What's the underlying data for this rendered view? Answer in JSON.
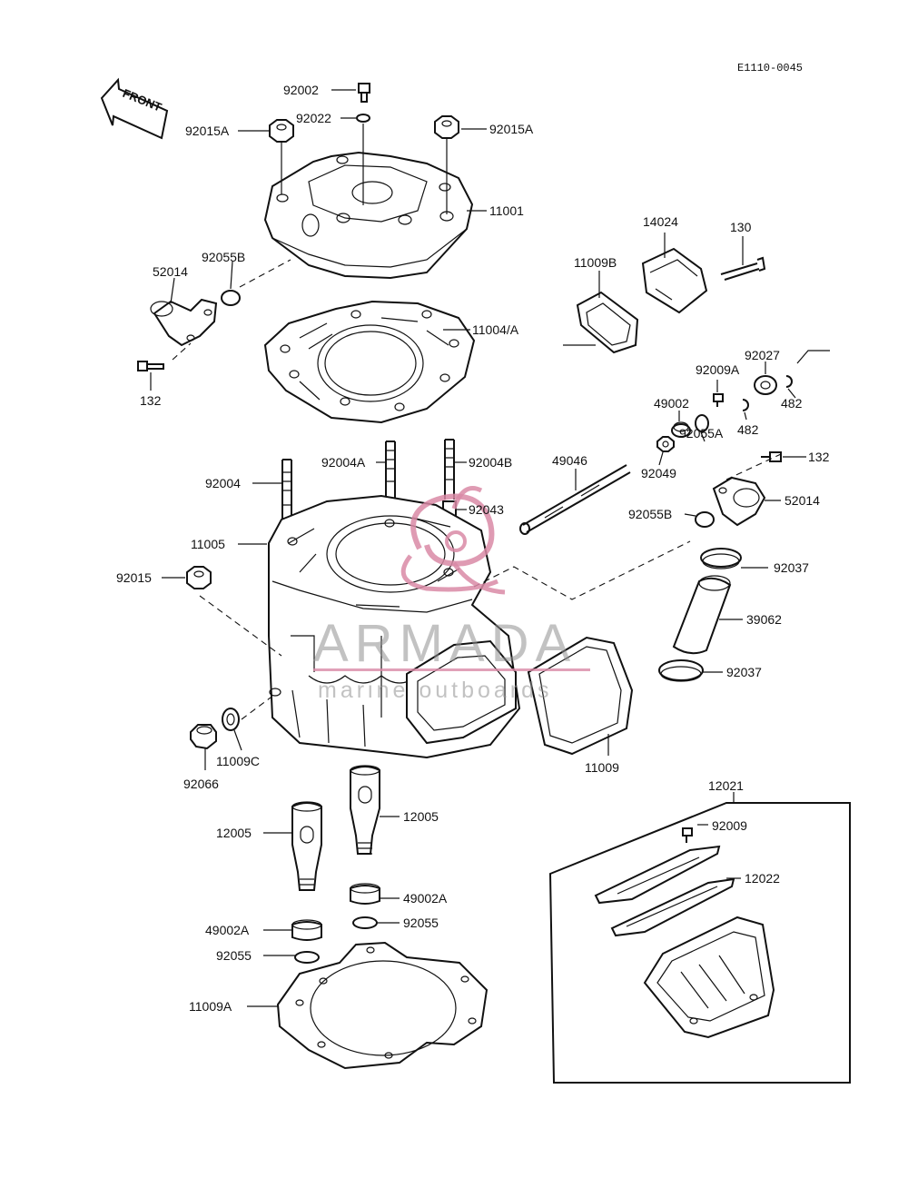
{
  "diagram_code": "E1110-0045",
  "front_label": "FRONT",
  "watermark": {
    "brand": "ARMADA",
    "tagline": "marine outboards",
    "accent_color": "#d98aa6",
    "text_color": "#8f8f8f"
  },
  "labels": {
    "p92002": "92002",
    "p92022": "92022",
    "p92015A_left": "92015A",
    "p92015A_right": "92015A",
    "p11001": "11001",
    "p92055B_top": "92055B",
    "p52014_left": "52014",
    "p11004A": "11004/A",
    "p132_left": "132",
    "p14024": "14024",
    "p130": "130",
    "p11009B": "11009B",
    "p92027": "92027",
    "p92009A": "92009A",
    "p482_a": "482",
    "p482_b": "482",
    "p49002": "49002",
    "p92055A": "92055A",
    "p92049": "92049",
    "p49046": "49046",
    "p132_right": "132",
    "p92004": "92004",
    "p92004A": "92004A",
    "p92004B": "92004B",
    "p92043": "92043",
    "p52014_right": "52014",
    "p92055B_right": "92055B",
    "p11005": "11005",
    "p92037_top": "92037",
    "p92015": "92015",
    "p39062": "39062",
    "p92037_bottom": "92037",
    "p92066": "92066",
    "p11009C": "11009C",
    "p11009": "11009",
    "p12021": "12021",
    "p12005_right": "12005",
    "p92009": "92009",
    "p12005_left": "12005",
    "p12022": "12022",
    "p49002A_right": "49002A",
    "p92055_right": "92055",
    "p49002A_left": "49002A",
    "p92055_left": "92055",
    "p11009A": "11009A"
  }
}
